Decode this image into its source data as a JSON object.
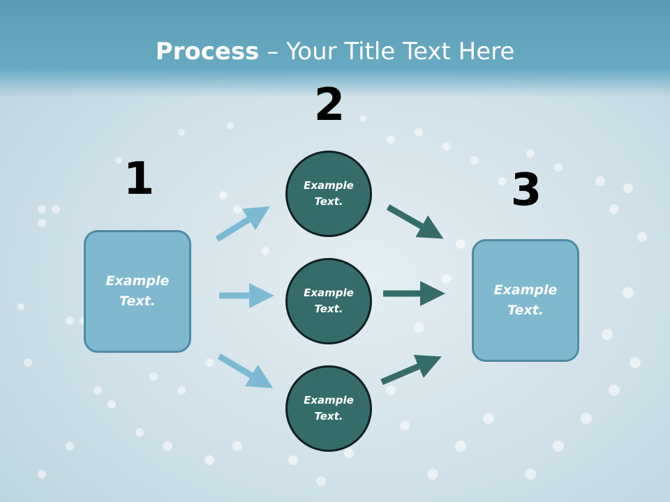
{
  "title": {
    "bold": "Process",
    "rest": " – Your Title Text Here"
  },
  "steps": [
    {
      "number": "1",
      "text_line1": "Example",
      "text_line2": "Text."
    },
    {
      "number": "2",
      "nodes": [
        {
          "text_line1": "Example",
          "text_line2": "Text."
        },
        {
          "text_line1": "Example",
          "text_line2": "Text."
        },
        {
          "text_line1": "Example",
          "text_line2": "Text."
        }
      ]
    },
    {
      "number": "3",
      "text_line1": "Example",
      "text_line2": "Text."
    }
  ],
  "colors": {
    "light_arrow": "#7db9d2",
    "dark_arrow": "#356c6a",
    "box_fill": "#80b8d0",
    "circle_fill": "#356c6a"
  }
}
